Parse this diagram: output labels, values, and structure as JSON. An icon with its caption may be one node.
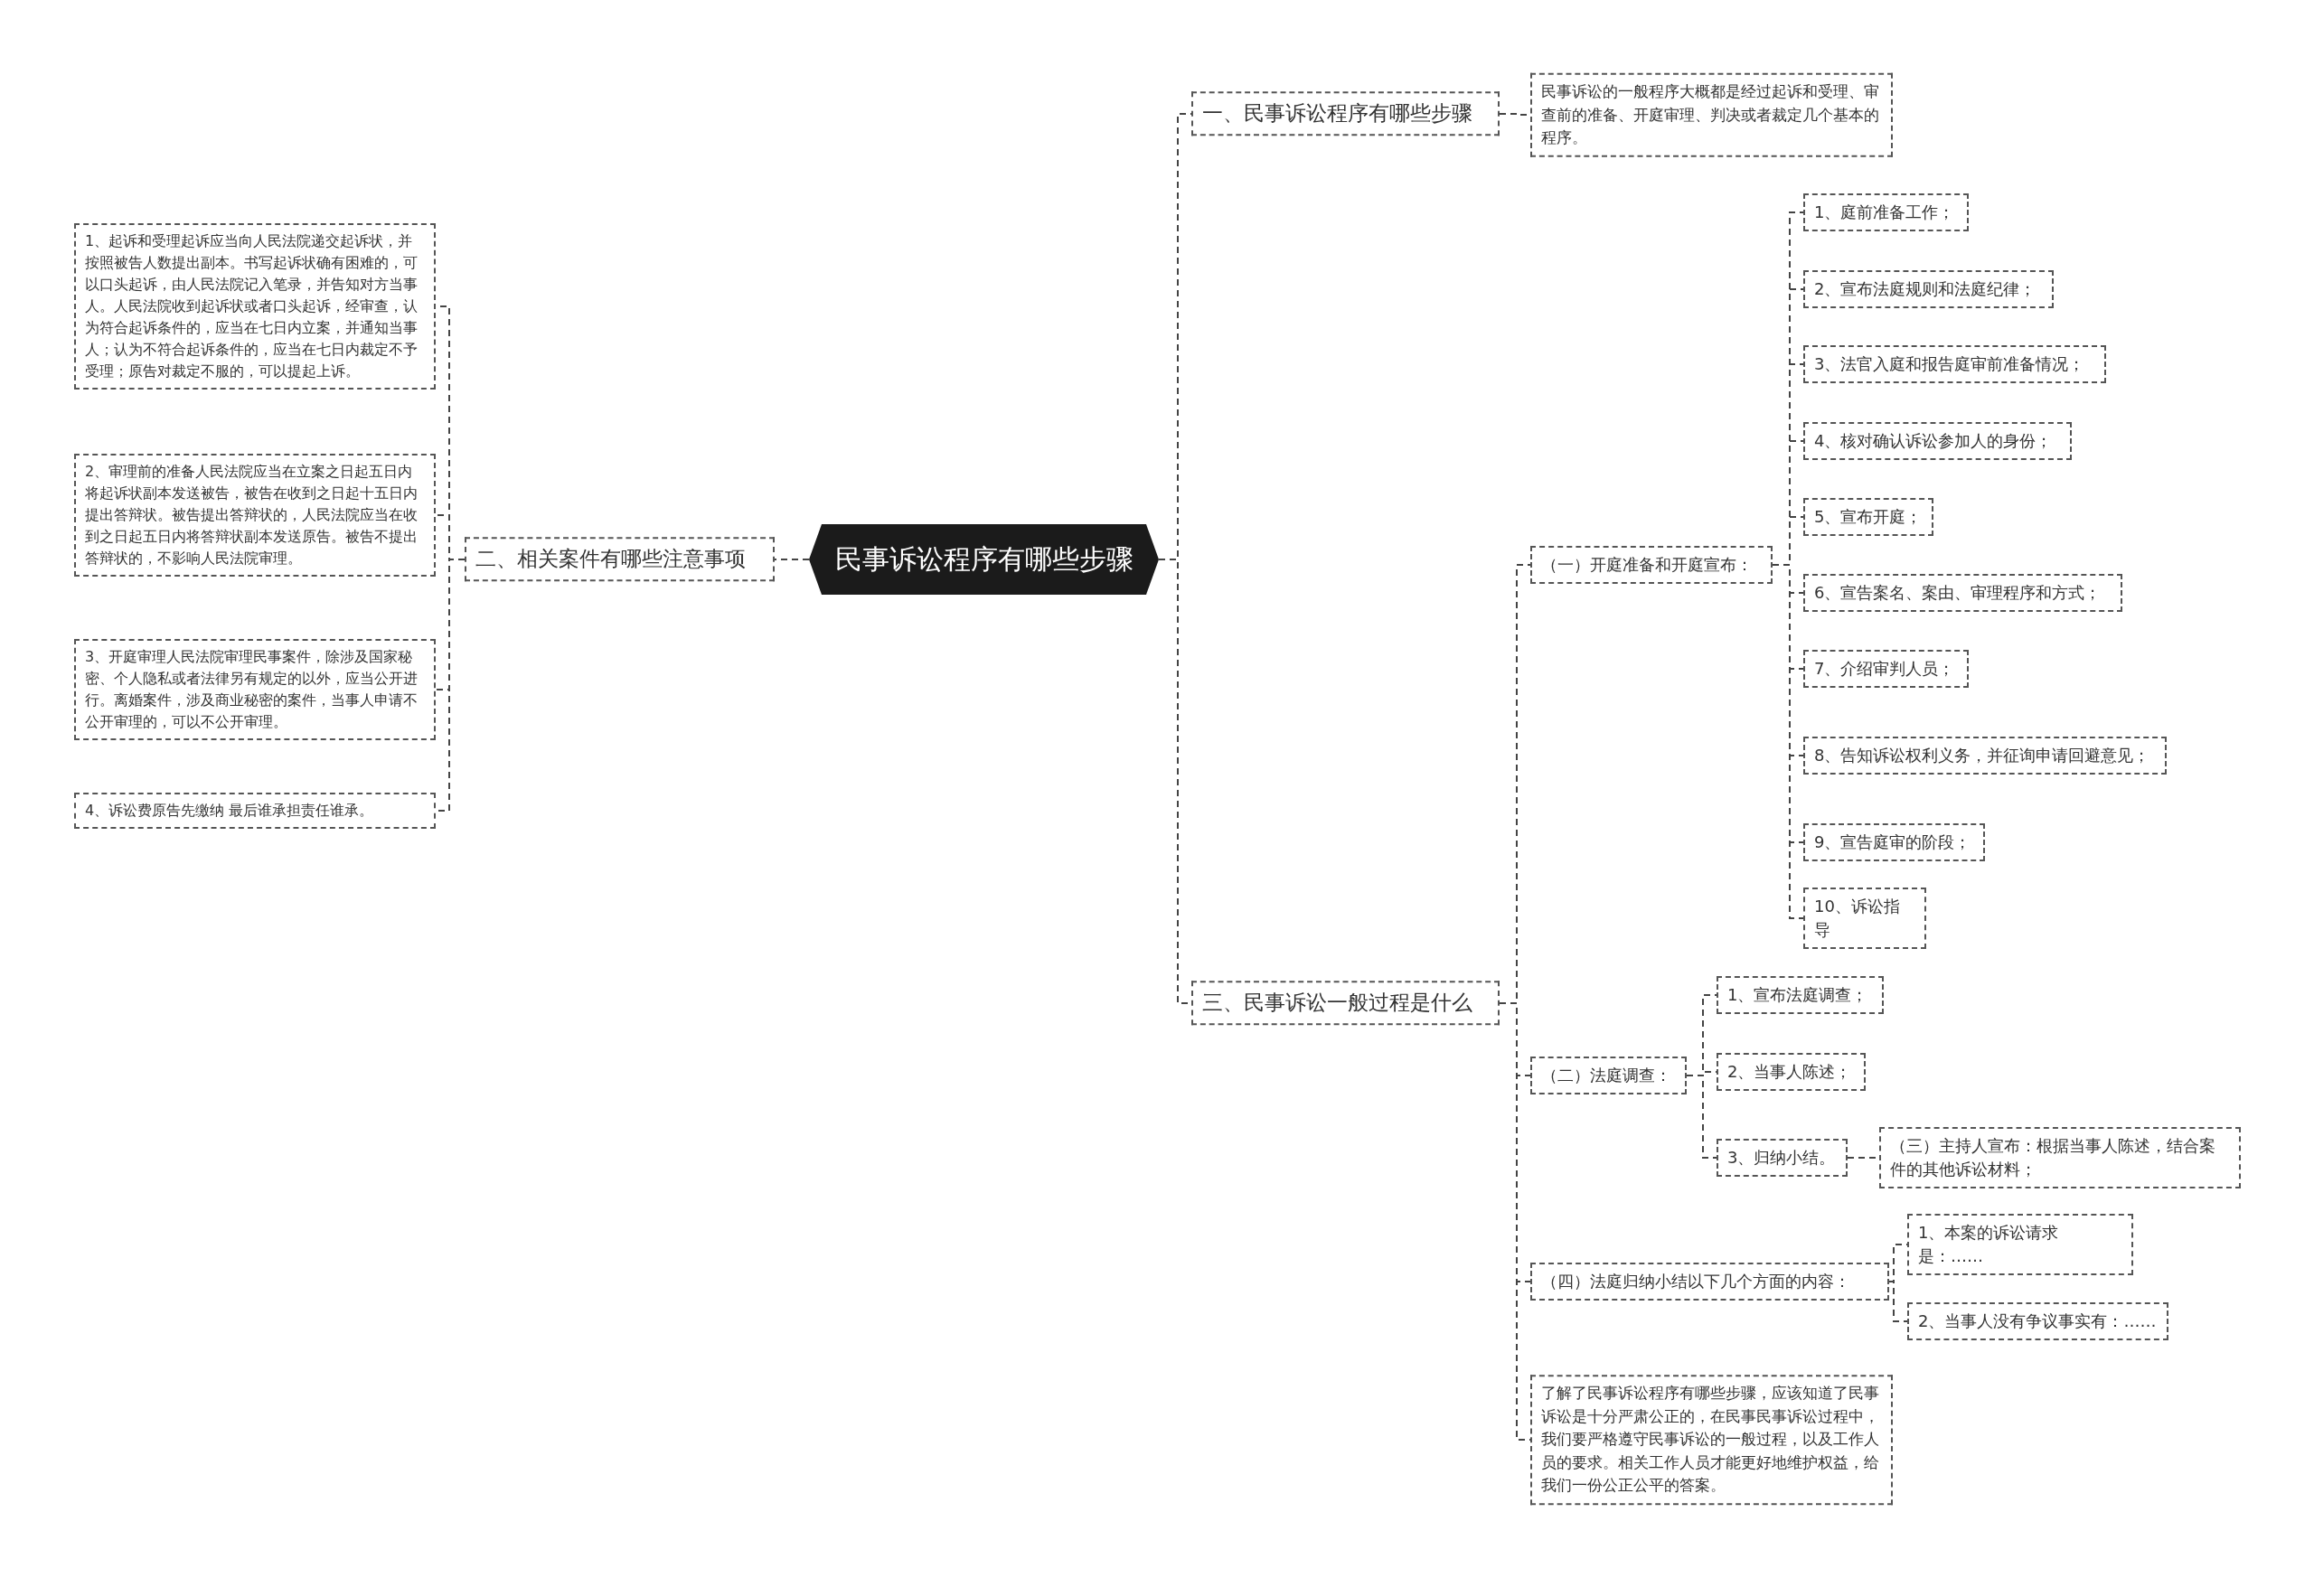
{
  "diagram": {
    "nodes": [
      {
        "text": [
          "民事诉讼程序有哪些步骤"
        ]
      },
      {
        "text": [
          "一、民事诉讼程序有哪些步骤"
        ]
      },
      {
        "text": [
          "民事诉讼的一般程序大概都是经过起诉和受理、审查前的准备、开庭审理、判决或者裁定几个基本的程序。"
        ]
      },
      {
        "text": [
          "三、民事诉讼一般过程是什么"
        ]
      },
      {
        "text": [
          "（一）开庭准备和开庭宣布："
        ]
      },
      {
        "text": [
          "1、庭前准备工作；"
        ]
      },
      {
        "text": [
          "2、宣布法庭规则和法庭纪律；"
        ]
      },
      {
        "text": [
          "3、法官入庭和报告庭审前准备情况；"
        ]
      },
      {
        "text": [
          "4、核对确认诉讼参加人的身份；"
        ]
      },
      {
        "text": [
          "5、宣布开庭；"
        ]
      },
      {
        "text": [
          "6、宣告案名、案由、审理程序和方式；"
        ]
      },
      {
        "text": [
          "7、介绍审判人员；"
        ]
      },
      {
        "text": [
          "8、告知诉讼权利义务，并征询申请回避意见；"
        ]
      },
      {
        "text": [
          "9、宣告庭审的阶段；"
        ]
      },
      {
        "text": [
          "10、诉讼指导"
        ]
      },
      {
        "text": [
          "（二）法庭调查："
        ]
      },
      {
        "text": [
          "1、宣布法庭调查；"
        ]
      },
      {
        "text": [
          "2、当事人陈述；"
        ]
      },
      {
        "text": [
          "3、归纳小结。"
        ]
      },
      {
        "text": [
          "（三）主持人宣布：根据当事人陈述，结合案件的其他诉讼材料；"
        ]
      },
      {
        "text": [
          "（四）法庭归纳小结以下几个方面的内容："
        ]
      },
      {
        "text": [
          "1、本案的诉讼请求是：……"
        ]
      },
      {
        "text": [
          "2、当事人没有争议事实有：……"
        ]
      },
      {
        "text": [
          "了解了民事诉讼程序有哪些步骤，应该知道了民事诉讼是十分严肃公正的，在民事民事诉讼过程中，我们要严格遵守民事诉讼的一般过程，以及工作人员的要求。相关工作人员才能更好地维护权益，给我们一份公正公平的答案。"
        ]
      },
      {
        "text": [
          "二、相关案件有哪些注意事项"
        ]
      },
      {
        "text": [
          "1、起诉和受理起诉应当向人民法院递交起诉状，并按照被告人数提出副本。书写起诉状确有困难的，可以口头起诉，由人民法院记入笔录，并告知对方当事人。人民法院收到起诉状或者口头起诉，经审查，认为符合起诉条件的，应当在七日内立案，并通知当事人；认为不符合起诉条件的，应当在七日内裁定不予受理；原告对裁定不服的，可以提起上诉。"
        ]
      },
      {
        "text": [
          "2、审理前的准备人民法院应当在立案之日起五日内将起诉状副本发送被告，被告在收到之日起十五日内提出答辩状。被告提出答辩状的，人民法院应当在收到之日起五日内将答辩状副本发送原告。被告不提出答辩状的，不影响人民法院审理。"
        ]
      },
      {
        "text": [
          "3、开庭审理人民法院审理民事案件，除涉及国家秘密、个人隐私或者法律另有规定的以外，应当公开进行。离婚案件，涉及商业秘密的案件，当事人申请不公开审理的，可以不公开审理。"
        ]
      },
      {
        "text": [
          "4、诉讼费原告先缴纳 最后谁承担责任谁承。"
        ]
      }
    ],
    "edges": [
      {
        "from": 0,
        "to": 1,
        "arrow": "none"
      },
      {
        "from": 1,
        "to": 2,
        "arrow": "none"
      },
      {
        "from": 0,
        "to": 3,
        "arrow": "none"
      },
      {
        "from": 3,
        "to": 4,
        "arrow": "none"
      },
      {
        "from": 4,
        "to": 5,
        "arrow": "none"
      },
      {
        "from": 4,
        "to": 6,
        "arrow": "none"
      },
      {
        "from": 4,
        "to": 7,
        "arrow": "none"
      },
      {
        "from": 4,
        "to": 8,
        "arrow": "none"
      },
      {
        "from": 4,
        "to": 9,
        "arrow": "none"
      },
      {
        "from": 4,
        "to": 10,
        "arrow": "none"
      },
      {
        "from": 4,
        "to": 11,
        "arrow": "none"
      },
      {
        "from": 4,
        "to": 12,
        "arrow": "none"
      },
      {
        "from": 4,
        "to": 13,
        "arrow": "none"
      },
      {
        "from": 4,
        "to": 14,
        "arrow": "none"
      },
      {
        "from": 3,
        "to": 15,
        "arrow": "none"
      },
      {
        "from": 15,
        "to": 16,
        "arrow": "none"
      },
      {
        "from": 15,
        "to": 17,
        "arrow": "none"
      },
      {
        "from": 15,
        "to": 18,
        "arrow": "none"
      },
      {
        "from": 18,
        "to": 19,
        "arrow": "none"
      },
      {
        "from": 3,
        "to": 20,
        "arrow": "none"
      },
      {
        "from": 20,
        "to": 21,
        "arrow": "none"
      },
      {
        "from": 20,
        "to": 22,
        "arrow": "none"
      },
      {
        "from": 3,
        "to": 23,
        "arrow": "none"
      },
      {
        "from": 0,
        "to": 24,
        "arrow": "none"
      },
      {
        "from": 24,
        "to": 25,
        "arrow": "none"
      },
      {
        "from": 24,
        "to": 26,
        "arrow": "none"
      },
      {
        "from": 24,
        "to": 27,
        "arrow": "none"
      },
      {
        "from": 24,
        "to": 28,
        "arrow": "none"
      }
    ]
  }
}
